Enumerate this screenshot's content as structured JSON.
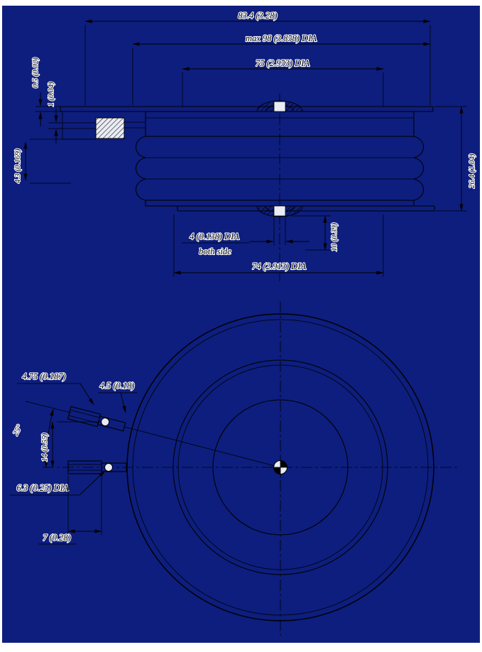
{
  "colors": {
    "background": "#0d1e7e",
    "ink": "#000000",
    "halo": "#ffffff"
  },
  "side_view": {
    "dim_overall": "83.4 (3.28)",
    "dim_max_dia": "max 98 (3.858) DIA",
    "dim_top_pole_dia": "75 (2.953) DIA",
    "dim_flange_thk": "0.5 (0.02)",
    "dim_lead_thk": "1 (0.04)",
    "dim_lead_drop": "4.3 (0.169)",
    "dim_height": "26.4 (1.04)",
    "dim_gate_hole_dia": "4 (0.138) DIA",
    "dim_gate_hole_note": "both side",
    "dim_recess": "10 (0.39)",
    "dim_bottom_pole_dia": "74 (2.913) DIA"
  },
  "plan_view": {
    "dim_lug_width": "4.75 (0.187)",
    "dim_lug_slot": "4.5 (0.18)",
    "dim_angle": "25°",
    "dim_lead_offset": "14 (0.55)",
    "dim_terminal_dia": "6.3 (0.25) DIA",
    "dim_terminal_len": "7 (0.28)"
  }
}
